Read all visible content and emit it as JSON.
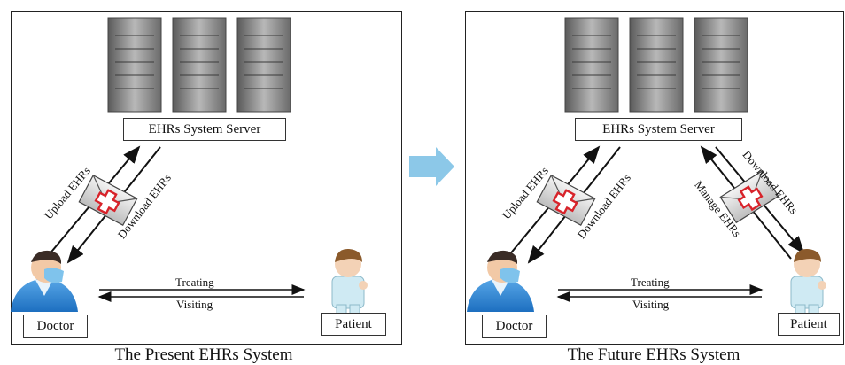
{
  "left_panel": {
    "server_label": "EHRs System Server",
    "upload_label": "Upload EHRs",
    "download_label": "Download EHRs",
    "treating_label": "Treating",
    "visiting_label": "Visiting",
    "doctor_label": "Doctor",
    "patient_label": "Patient",
    "caption": "The Present EHRs System"
  },
  "right_panel": {
    "server_label": "EHRs System Server",
    "upload_label": "Upload EHRs",
    "download_label": "Download EHRs",
    "patient_download_label": "Download EHRs",
    "manage_label": "Manage EHRs",
    "treating_label": "Treating",
    "visiting_label": "Visiting",
    "doctor_label": "Doctor",
    "patient_label": "Patient",
    "caption": "The Future EHRs System"
  },
  "transition_arrow": {
    "color": "#8cc8e8"
  }
}
